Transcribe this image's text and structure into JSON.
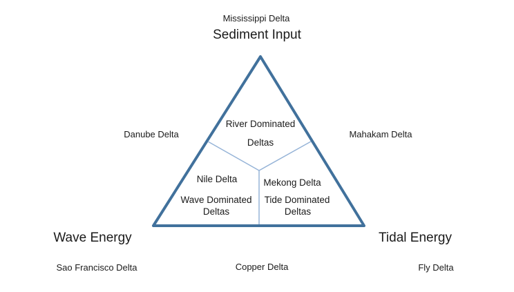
{
  "diagram": {
    "apex_axis": "Sediment Input",
    "left_axis": "Wave Energy",
    "right_axis": "Tidal Energy",
    "examples": {
      "top": "Mississippi Delta",
      "left_side": "Danube Delta",
      "right_side": "Mahakam Delta",
      "bottom_left": "Sao Francisco Delta",
      "bottom_center": "Copper Delta",
      "bottom_right": "Fly Delta"
    },
    "regions": {
      "river": {
        "name_line1": "River Dominated",
        "name_line2": "Deltas"
      },
      "wave": {
        "example": "Nile Delta",
        "name_line1": "Wave Dominated",
        "name_line2": "Deltas"
      },
      "tide": {
        "example": "Mekong Delta",
        "name_line1": "Tide Dominated",
        "name_line2": "Deltas"
      }
    },
    "colors": {
      "triangle_outline": "#41719C",
      "divider_lines": "#95B3D7",
      "text": "#1a1a1a"
    }
  }
}
